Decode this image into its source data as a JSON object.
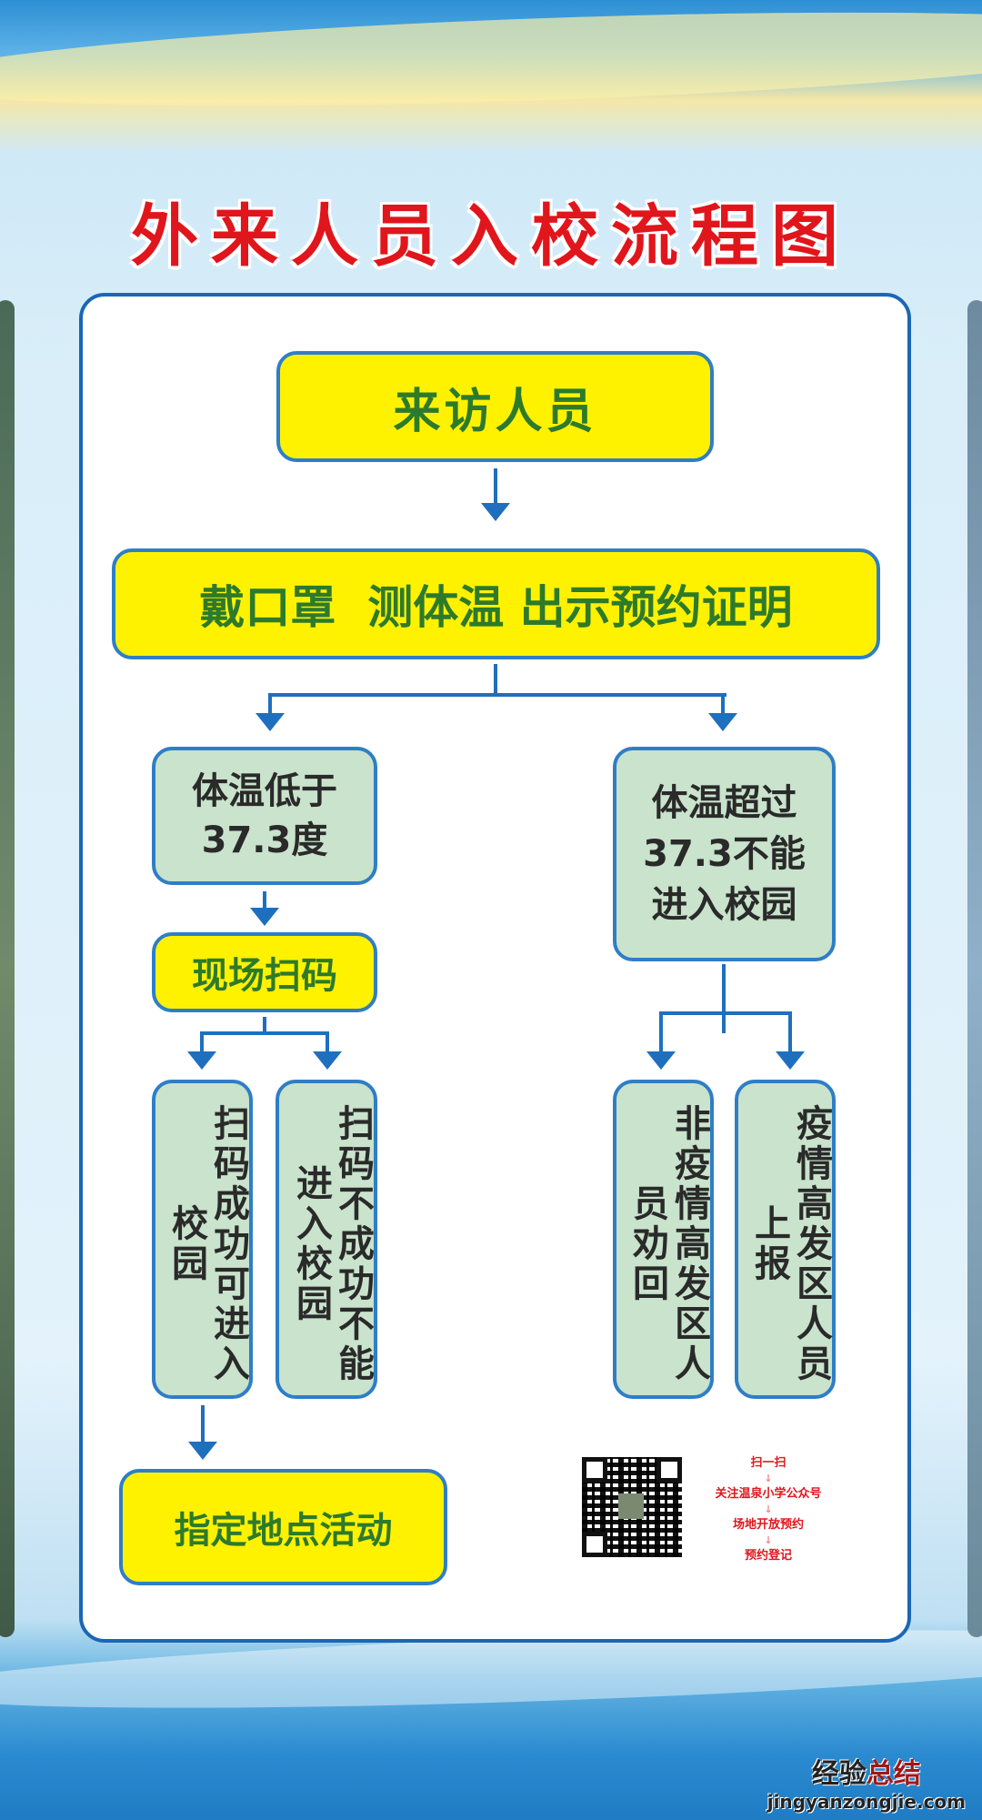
{
  "title": "外来人员入校流程图",
  "flow": {
    "visitor": "来访人员",
    "check": "戴口罩  测体温 出示预约证明",
    "temp_low": "体温低于37.3度",
    "temp_high": "体温超过37.3不能进入校园",
    "scan": "现场扫码",
    "scan_ok": "扫码成功可进入校园",
    "scan_fail": "扫码不成功不能进入校园",
    "non_high_risk": "非疫情高发区人员劝回",
    "high_risk": "疫情高发区人员上报",
    "designated": "指定地点活动"
  },
  "reservation_steps": [
    "扫一扫",
    "关注温泉小学公众号",
    "场地开放预约",
    "预约登记"
  ],
  "watermark": {
    "cn_a": "经验",
    "cn_b": "总结",
    "en": "jingyanzongjie.com"
  }
}
